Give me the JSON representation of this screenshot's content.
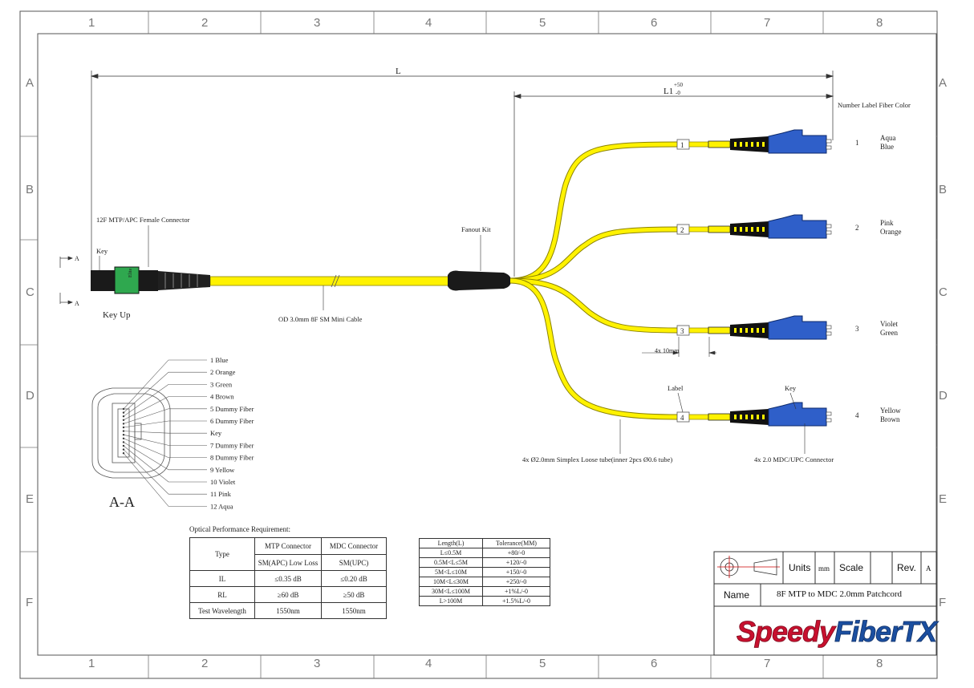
{
  "grid": {
    "columns": [
      "1",
      "2",
      "3",
      "4",
      "5",
      "6",
      "7",
      "8"
    ],
    "rows": [
      "A",
      "B",
      "C",
      "D",
      "E",
      "F"
    ]
  },
  "dimensions": {
    "length": "L",
    "length1": "L1",
    "tol_plus": "+50",
    "tol_minus": "-0"
  },
  "header": {
    "fiber_color_header": "Number Label Fiber Color"
  },
  "legs": [
    {
      "number": "1",
      "label": "1",
      "colors": [
        "Aqua",
        "Blue"
      ]
    },
    {
      "number": "2",
      "label": "2",
      "colors": [
        "Pink",
        "Orange"
      ]
    },
    {
      "number": "3",
      "label": "3",
      "colors": [
        "Violet",
        "Green"
      ]
    },
    {
      "number": "4",
      "label": "4",
      "colors": [
        "Yellow",
        "Brown"
      ]
    }
  ],
  "labels": {
    "mtp_connector": "12F MTP/APC Female Connector",
    "key": "Key",
    "section_a": "A",
    "key_up": "Key Up",
    "cable": "OD 3.0mm 8F SM Mini Cable",
    "fanout": "Fanout Kit",
    "label_callout": "Label",
    "key_callout": "Key",
    "label_spacing": "4x 10mm",
    "loose_tube": "4x Ø2.0mm Simplex Loose tube(inner 2pcs Ø0.6 tube)",
    "mdc_connector": "4x 2.0 MDC/UPC Connector",
    "section_view": "A-A",
    "connector_body_text": "Elite"
  },
  "pinout": [
    "1 Blue",
    "2 Orange",
    "3 Green",
    "4 Brown",
    "5 Dummy Fiber",
    "6 Dummy Fiber",
    "Key",
    "7 Dummy Fiber",
    "8 Dummy Fiber",
    "9 Yellow",
    "10 Violet",
    "11 Pink",
    "12 Aqua"
  ],
  "performance": {
    "title": "Optical Performance Requirement:",
    "type_label": "Type",
    "headers": [
      "MTP Connector",
      "MDC Connector"
    ],
    "subheaders": [
      "SM(APC) Low Loss",
      "SM(UPC)"
    ],
    "rows": [
      {
        "label": "IL",
        "values": [
          "≤0.35 dB",
          "≤0.20 dB"
        ]
      },
      {
        "label": "RL",
        "values": [
          "≥60 dB",
          "≥50 dB"
        ]
      },
      {
        "label": "Test Wavelength",
        "values": [
          "1550nm",
          "1550nm"
        ]
      }
    ]
  },
  "tolerance": {
    "headers": [
      "Length(L)",
      "Tolerance(MM)"
    ],
    "rows": [
      [
        "L≤0.5M",
        "+80/-0"
      ],
      [
        "0.5M<L≤5M",
        "+120/-0"
      ],
      [
        "5M<L≤10M",
        "+150/-0"
      ],
      [
        "10M<L≤30M",
        "+250/-0"
      ],
      [
        "30M<L≤100M",
        "+1%L/-0"
      ],
      [
        "L>100M",
        "+1.5%L/-0"
      ]
    ]
  },
  "title_block": {
    "units_label": "Units",
    "units_value": "mm",
    "scale_label": "Scale",
    "scale_value": "",
    "rev_label": "Rev.",
    "rev_value": "A",
    "name_label": "Name",
    "name_value": "8F MTP to MDC 2.0mm Patchcord",
    "logo": "SpeedyFiberTX"
  },
  "colors": {
    "cable": "#fff200",
    "mdc_body": "#2f5fc9",
    "mtp_key": "#2fa84f",
    "logo_red": "#c8102e",
    "logo_blue": "#1b4fa0"
  }
}
